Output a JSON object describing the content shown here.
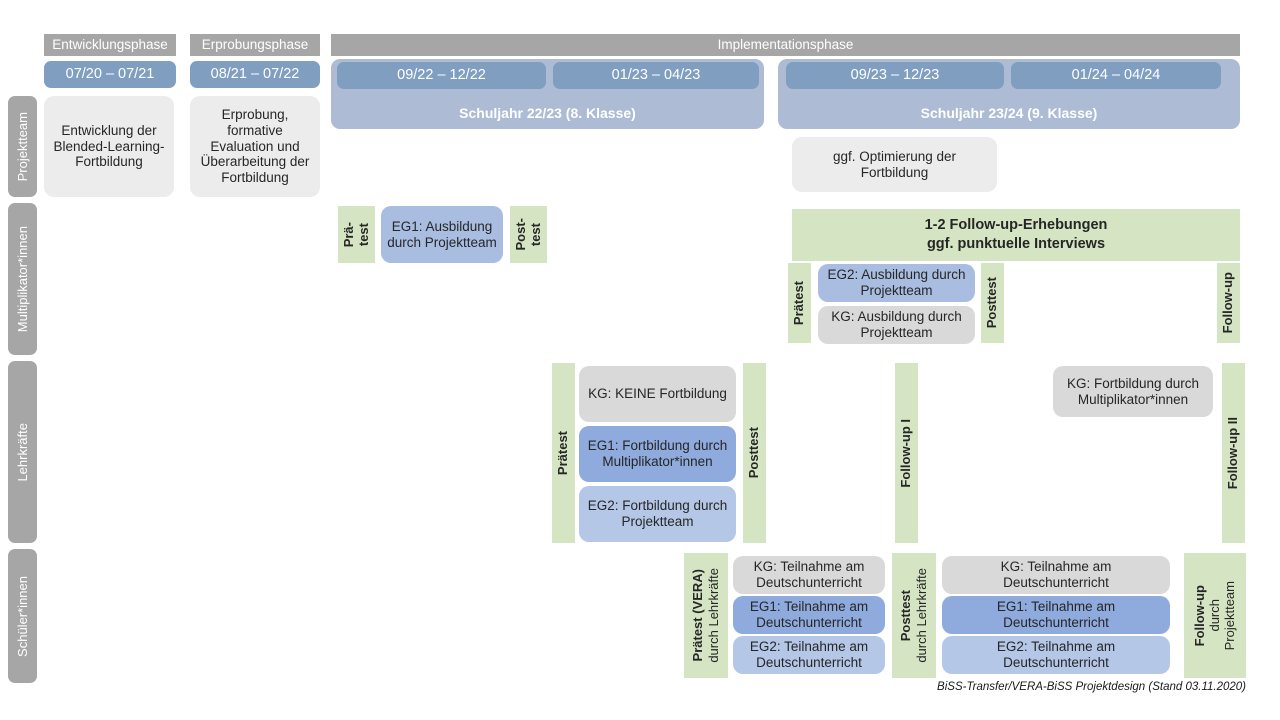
{
  "timeline": {
    "phases": [
      {
        "label": "Entwicklungsphase"
      },
      {
        "label": "Erprobungsphase"
      },
      {
        "label": "Implementationsphase"
      }
    ],
    "periods": [
      {
        "label": "07/20 – 07/21"
      },
      {
        "label": "08/21 – 07/22"
      },
      {
        "label": "09/22 – 12/22"
      },
      {
        "label": "01/23 – 04/23"
      },
      {
        "label": "09/23 – 12/23"
      },
      {
        "label": "01/24 – 04/24"
      }
    ],
    "schoolyears": [
      {
        "label": "Schuljahr 22/23 (8. Klasse)"
      },
      {
        "label": "Schuljahr 23/24 (9. Klasse)"
      }
    ]
  },
  "rows": [
    {
      "label": "Projektteam"
    },
    {
      "label": "Multiplikator*innen"
    },
    {
      "label": "Lehrkräfte"
    },
    {
      "label": "Schüler*innen"
    }
  ],
  "projektteam": {
    "entwicklung": "Entwicklung der Blended-Learning-Fortbildung",
    "erprobung": "Erprobung, formative Evaluation und Überarbeitung der Fortbildung",
    "optimierung": "ggf. Optimierung der Fortbildung"
  },
  "multiplikatoren": {
    "praetest_line1": "Prä-",
    "praetest_line2": "test",
    "posttest_line1": "Post-",
    "posttest_line2": "test",
    "eg1": "EG1: Ausbildung durch Projektteam",
    "followup_banner_line1": "1-2 Follow-up-Erhebungen",
    "followup_banner_line2": "ggf. punktuelle Interviews",
    "praetest2": "Prätest",
    "posttest2": "Posttest",
    "followup": "Follow-up",
    "eg2": "EG2: Ausbildung durch Projektteam",
    "kg": "KG: Ausbildung durch Projektteam"
  },
  "lehrkraefte": {
    "praetest": "Prätest",
    "posttest": "Posttest",
    "followup1": "Follow-up I",
    "followup2": "Follow-up II",
    "kg": "KG:  KEINE Fortbildung",
    "eg1": "EG1: Fortbildung durch Multiplikator*innen",
    "eg2": "EG2: Fortbildung durch Projektteam",
    "kg2": "KG: Fortbildung durch Multiplikator*innen"
  },
  "schueler": {
    "praetest_bold": "Prätest (VERA)",
    "praetest_sub": "durch Lehrkräfte",
    "posttest_bold": "Posttest",
    "posttest_sub": "durch Lehrkräfte",
    "followup_bold": "Follow-up",
    "followup_sub1": "durch",
    "followup_sub2": "Projektteam",
    "kg": "KG: Teilnahme am Deutschunterricht",
    "eg1": "EG1: Teilnahme am Deutschunterricht",
    "eg2": "EG2: Teilnahme am Deutschunterricht",
    "kg_b": "KG: Teilnahme am Deutschunterricht",
    "eg1_b": "EG1: Teilnahme am Deutschunterricht",
    "eg2_b": "EG2: Teilnahme am Deutschunterricht"
  },
  "footer": {
    "credit": "BiSS-Transfer/VERA-BiSS Projektdesign (Stand 03.11.2020)"
  },
  "colors": {
    "grey_header": "#a6a6a6",
    "period_blue": "#7f9ec0",
    "schoolyear_blue": "#adbcd4",
    "card_grey": "#ececec",
    "card_grey_dark": "#d9d9d9",
    "blue_light": "#b4c7e7",
    "blue_mid": "#a9bde0",
    "blue_dark": "#8faadc",
    "green": "#d5e5c3"
  }
}
